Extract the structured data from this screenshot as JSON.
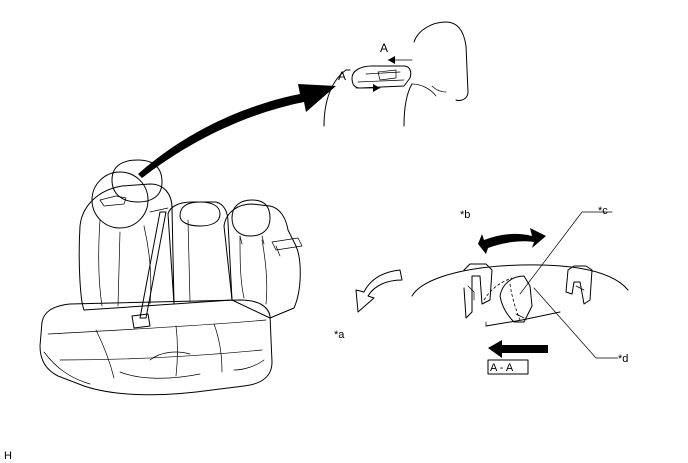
{
  "labels": {
    "section_a_top": "A",
    "section_a_left": "A",
    "callout_a": "*a",
    "callout_b": "*b",
    "callout_c": "*c",
    "callout_d": "*d",
    "section_view": "A - A",
    "corner_code": "H"
  },
  "colors": {
    "line": "#000000",
    "background": "#ffffff"
  }
}
